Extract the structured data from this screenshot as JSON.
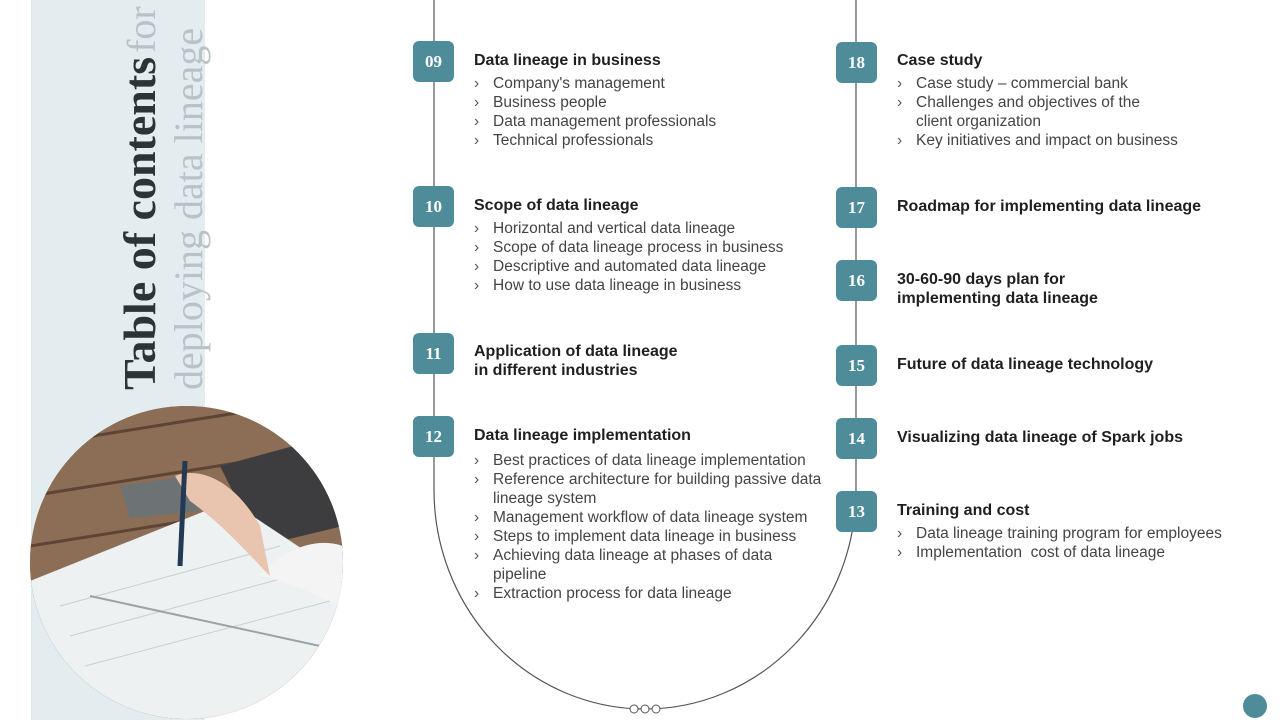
{
  "title": {
    "bold": "Table of contents",
    "light_inline": "for",
    "line2": "deploying data lineage"
  },
  "left_column": [
    {
      "num": "09",
      "title": "Data lineage in business",
      "bullets": [
        "Company's management",
        "Business people",
        "Data management professionals",
        "Technical professionals"
      ]
    },
    {
      "num": "10",
      "title": "Scope of data lineage",
      "bullets": [
        "Horizontal and vertical data lineage",
        "Scope of data lineage process in business",
        "Descriptive and automated data lineage",
        "How to use data lineage in business"
      ]
    },
    {
      "num": "11",
      "title": "Application of data lineage in different industries",
      "bullets": []
    },
    {
      "num": "12",
      "title": "Data lineage implementation",
      "bullets": [
        "Best practices of data lineage implementation",
        "Reference architecture for building passive data lineage system",
        "Management workflow of data lineage system",
        "Steps to implement data lineage in business",
        "Achieving data lineage at phases of data pipeline",
        "Extraction process for data lineage"
      ]
    }
  ],
  "right_column": [
    {
      "num": "18",
      "title": "Case study",
      "bullets": [
        "Case study – commercial bank",
        "Challenges and objectives of the client organization",
        "Key initiatives and impact on business"
      ]
    },
    {
      "num": "17",
      "title": "Roadmap for implementing data lineage",
      "bullets": []
    },
    {
      "num": "16",
      "title": "30-60-90 days plan for implementing data lineage",
      "bullets": []
    },
    {
      "num": "15",
      "title": "Future of data lineage technology",
      "bullets": []
    },
    {
      "num": "14",
      "title": "Visualizing data lineage of Spark jobs",
      "bullets": []
    },
    {
      "num": "13",
      "title": "Training and cost",
      "bullets": [
        "Data lineage training program for employees",
        "Implementation  cost of data lineage"
      ]
    }
  ],
  "colors": {
    "accent": "#4e8c99",
    "panel": "#e3ecef",
    "title_dark": "#2b3538",
    "title_light": "#b8c3c7"
  }
}
